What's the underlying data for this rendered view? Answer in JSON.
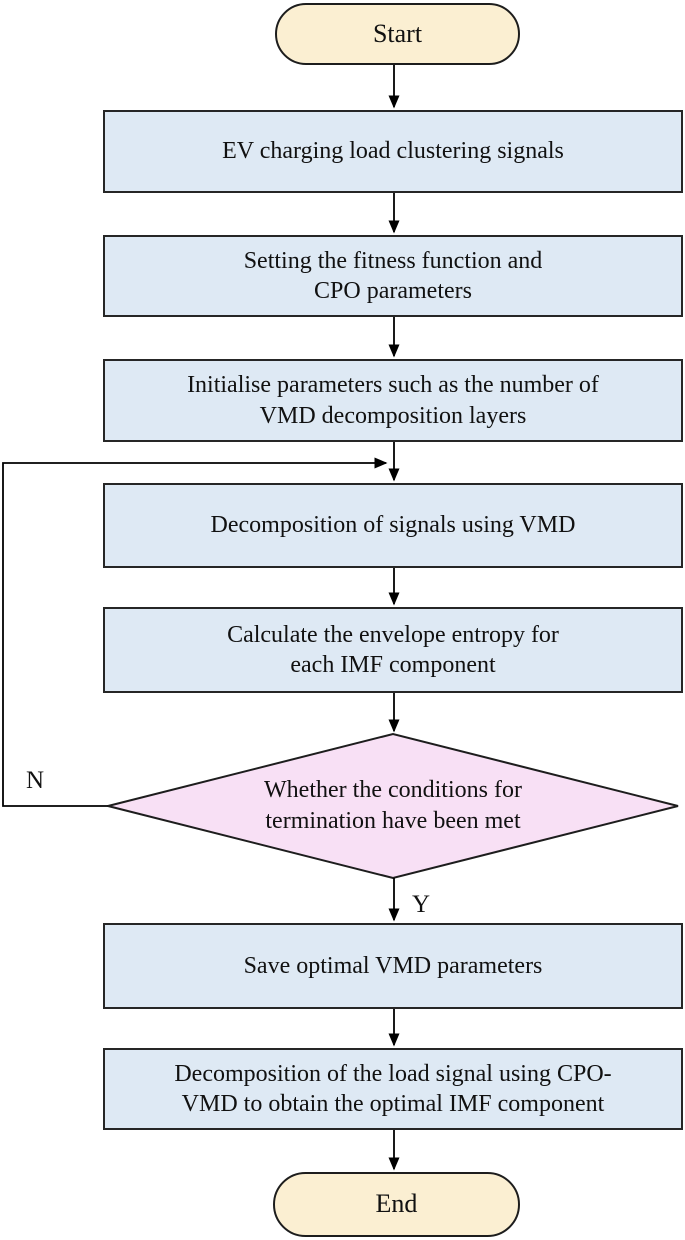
{
  "nodes": {
    "start": {
      "label": "Start",
      "type": "terminator"
    },
    "p1": {
      "label": "EV charging load clustering signals",
      "type": "process"
    },
    "p2": {
      "label": "Setting the fitness function and\nCPO parameters",
      "type": "process"
    },
    "p3": {
      "label": "Initialise parameters such as the number of\nVMD decomposition layers",
      "type": "process"
    },
    "p4": {
      "label": "Decomposition of signals using VMD",
      "type": "process"
    },
    "p5": {
      "label": "Calculate the envelope entropy for\neach IMF component",
      "type": "process"
    },
    "decision": {
      "label": "Whether the conditions for\ntermination have been met",
      "type": "decision"
    },
    "p6": {
      "label": "Save optimal VMD parameters",
      "type": "process"
    },
    "p7": {
      "label": "Decomposition of the load signal using CPO-\nVMD to obtain the optimal IMF component",
      "type": "process"
    },
    "end": {
      "label": "End",
      "type": "terminator"
    }
  },
  "branches": {
    "no": "N",
    "yes": "Y"
  },
  "colors": {
    "terminator_fill": "#FBEFD2",
    "process_fill": "#DEE9F4",
    "diamond_fill": "#F8E0F5",
    "stroke": "#1d1d1d",
    "line": "#000000"
  }
}
